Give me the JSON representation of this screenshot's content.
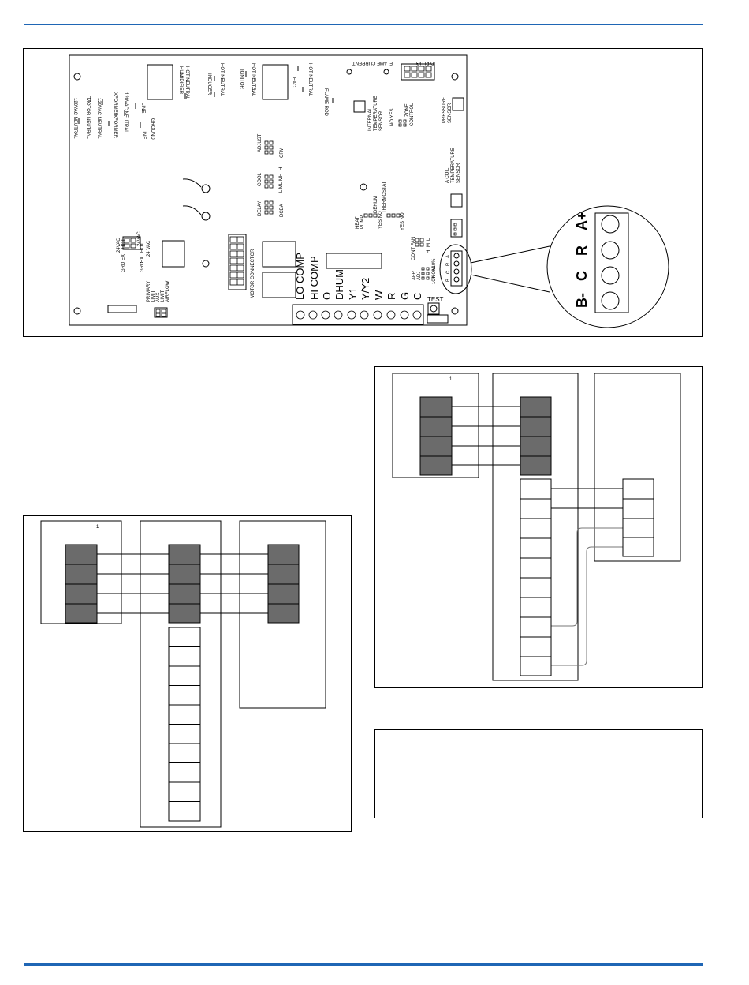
{
  "colors": {
    "accent": "#1f66b5",
    "terminal_fill": "#6b6b6b",
    "line": "#000000"
  },
  "board": {
    "top_labels": [
      "ID PLUG",
      "FLAME CURRENT",
      "HUMIDIFIER",
      "HOT NEUTRAL",
      "INDUCER",
      "HOT NEUTRAL",
      "IGNITOR",
      "HOT NEUTRAL",
      "EAC",
      "HOT NEUTRAL",
      "FLAME ROD"
    ],
    "left_labels": [
      "120VAC NEUTRAL",
      "MOTOR NEUTRAL",
      "120VAC NEUTRAL",
      "XFORMER",
      "120VAC NEUTRAL",
      "LINE",
      "GROUND",
      "LINE",
      "XFORMER"
    ],
    "center_labels": [
      "ADJUST",
      "CFM",
      "COOL",
      "H",
      "MH",
      "L ML",
      "DELAY",
      "DCBA"
    ],
    "sensor_labels": [
      "INTERNAL",
      "TEMPERATURE",
      "SENSOR",
      "NO YES",
      "ZONE",
      "CONTROL",
      "PRESSURE",
      "SENSOR",
      "A COIL",
      "TEMPERATURE",
      "SENSOR"
    ],
    "hp_labels": [
      "HEAT",
      "PUMP",
      "YES NO",
      "DEHUM",
      "THERMOSTAT",
      "YES NO"
    ],
    "cont_fan": [
      "CONT FAN",
      "L",
      "M",
      "H"
    ],
    "airflow": [
      "AFR",
      "ADJ",
      "NOM",
      "+10%",
      "-10%"
    ],
    "relays": [
      "LO COMP",
      "HI COMP"
    ],
    "motor": "MOTOR CONNECTOR",
    "transformer": [
      "24VAC",
      "GRD",
      "EX",
      "24VAC",
      "GRD",
      "HOT",
      "24 VAC",
      "EX",
      "HOT"
    ],
    "status": [
      "PRIMARY",
      "LIMIT",
      "AUX",
      "LIMIT",
      "AIRFLOW"
    ],
    "test_label": "TEST",
    "terminals": [
      "O",
      "DHUM",
      "Y1",
      "Y/Y2",
      "W",
      "R",
      "G",
      "C"
    ],
    "small_terms": [
      "A",
      "R",
      "C",
      "B"
    ],
    "zoom_labels": [
      "A+",
      "R",
      "C",
      "B-"
    ]
  },
  "diagram_left": {
    "small_mark": "1",
    "top_count": 4,
    "extra_count": 10
  },
  "diagram_right": {
    "small_mark": "1"
  }
}
